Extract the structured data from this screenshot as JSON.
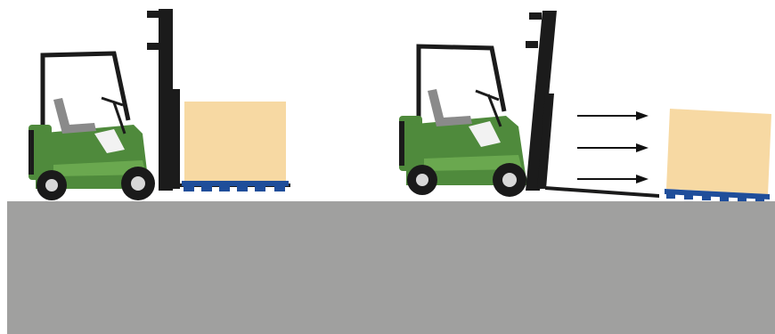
{
  "scene": {
    "panels": [
      {
        "state": "pallet-on-forks",
        "forklift": {
          "body": "forklift-green",
          "mast": "vertical"
        },
        "load": {
          "box": "cardboard-box",
          "pallet": "blue-pallet"
        }
      },
      {
        "state": "mast-tilted-load-sliding-off",
        "forklift": {
          "body": "forklift-green",
          "mast": "tilted-forward"
        },
        "load": {
          "box": "cardboard-box",
          "pallet": "blue-pallet"
        },
        "motion_arrows": 3,
        "arrow_direction": "right"
      }
    ]
  },
  "colors": {
    "background": "#ffffff",
    "floor": "#a0a09f",
    "forklift_body": "#4f8a3c",
    "forklift_body_light": "#6aa84f",
    "mast": "#1b1b1b",
    "box": "#f7d9a3",
    "pallet": "#1f4e9a",
    "tire": "#1a1a1a",
    "hub": "#d8d8d8",
    "seat": "#8a8a8a",
    "arrow": "#111111"
  }
}
